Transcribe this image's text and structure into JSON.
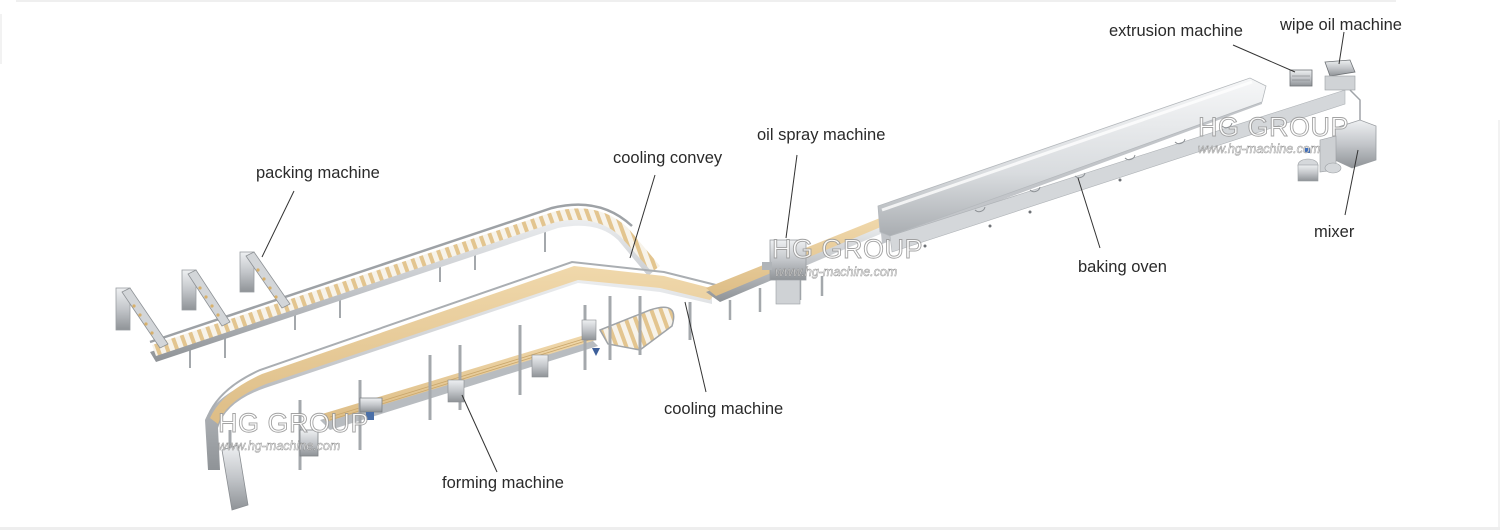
{
  "diagram": {
    "title": "Biscuit / cracker production line layout",
    "labels": {
      "packing_machine": "packing machine",
      "cooling_convey": "cooling convey",
      "oil_spray_machine": "oil spray machine",
      "extrusion_machine": "extrusion machine",
      "wipe_oil_machine": "wipe oil machine",
      "mixer": "mixer",
      "baking_oven": "baking oven",
      "cooling_machine": "cooling machine",
      "forming_machine": "forming machine"
    },
    "watermark": {
      "brand": "HG GROUP",
      "url": "www.hg-machine.com"
    },
    "colors": {
      "dough": "#e8cc9a",
      "steel": "#b9bcc0",
      "steel_dark": "#8e9296",
      "label_text": "#2a2a2a",
      "leader_line": "#333333",
      "background": "#ffffff"
    }
  }
}
